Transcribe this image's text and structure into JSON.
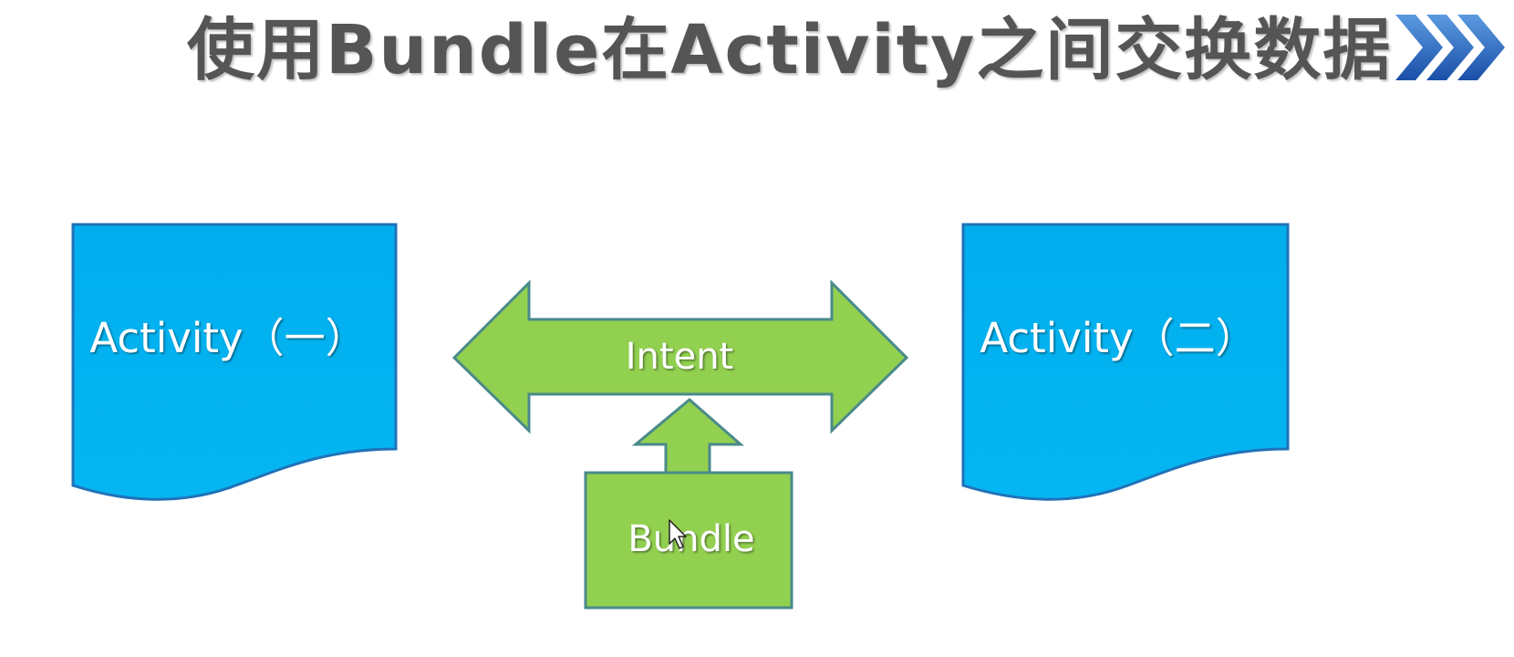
{
  "title": "使用Bundle在Activity之间交换数据",
  "colors": {
    "activity_fill": "#00b0ef",
    "activity_stroke": "#1f72b8",
    "arrow_fill": "#92d050",
    "arrow_stroke": "#4a8a8a",
    "title_text": "#555555",
    "chevron": "#1f5fb8"
  },
  "diagram": {
    "activity_one": {
      "label": "Activity（一）"
    },
    "activity_two": {
      "label": "Activity（二）"
    },
    "intent_arrow": {
      "label": "Intent"
    },
    "bundle_box": {
      "label": "Bundle"
    }
  },
  "icons": {
    "decor": "triple-chevron-right-icon",
    "cursor": "mouse-pointer-icon"
  }
}
